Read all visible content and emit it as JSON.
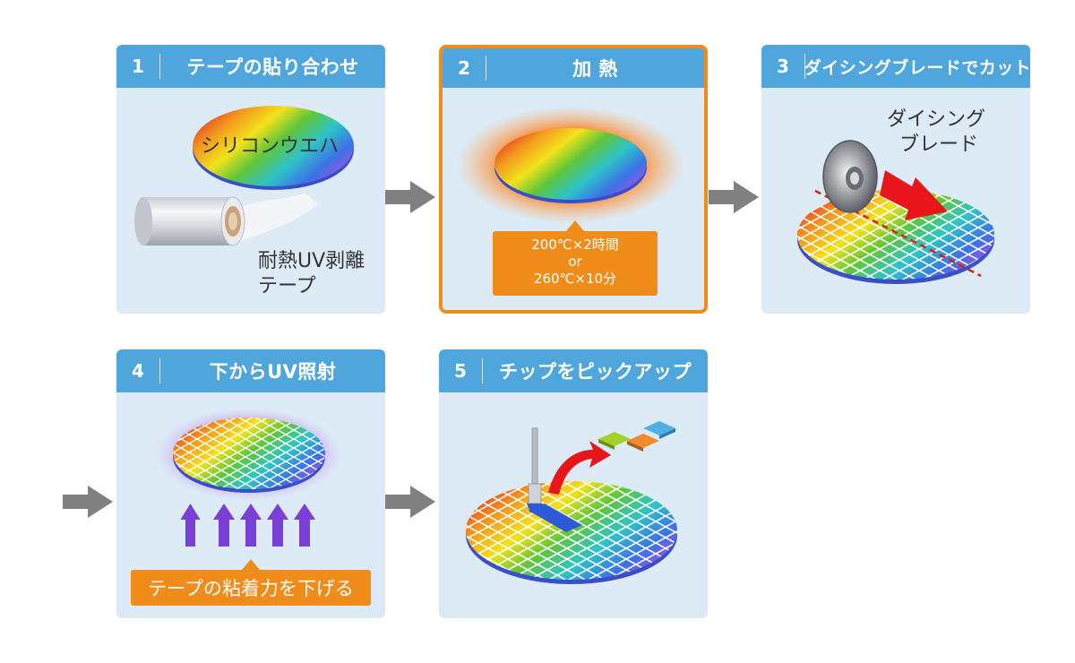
{
  "steps": [
    {
      "number": "1",
      "title": "テープの貼り合わせ",
      "wafer_label": "シリコンウエハ",
      "tape_label_line1": "耐熱UV剥離",
      "tape_label_line2": "テープ"
    },
    {
      "number": "2",
      "title": "加 熱",
      "condition_line1": "200℃×2時間",
      "condition_line2": "or",
      "condition_line3": "260℃×10分"
    },
    {
      "number": "3",
      "title": "ダイシングブレードでカット",
      "blade_label_line1": "ダイシング",
      "blade_label_line2": "ブレード"
    },
    {
      "number": "4",
      "title": "下からUV照射",
      "effect_label": "テープの粘着力を下げる"
    },
    {
      "number": "5",
      "title": "チップをピックアップ"
    }
  ],
  "colors": {
    "header": "#4fa6dc",
    "card_background": "#dcebf6",
    "highlight": "#f08c1a",
    "flow_arrow": "#808080",
    "uv_arrow": "#7a3fd6",
    "cut_line": "#e11b1b"
  }
}
